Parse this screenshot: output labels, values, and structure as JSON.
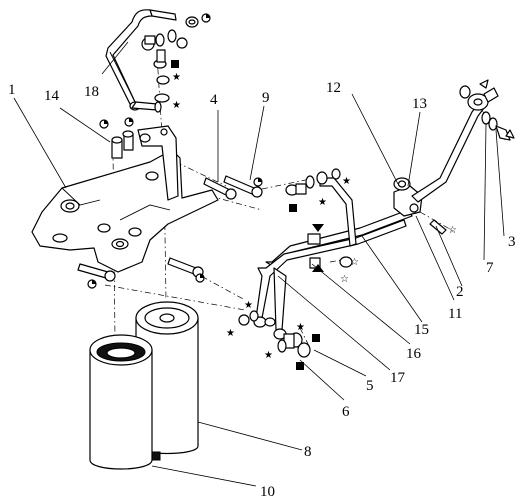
{
  "callouts": {
    "c1": "1",
    "c2": "2",
    "c3": "3",
    "c4": "4",
    "c5": "5",
    "c6": "6",
    "c7": "7",
    "c8": "8",
    "c9": "9",
    "c10": "10",
    "c11": "11",
    "c12": "12",
    "c13": "13",
    "c14": "14",
    "c15": "15",
    "c16": "16",
    "c17": "17",
    "c18": "18"
  },
  "symbols": {
    "black_star": "★",
    "white_star": "☆",
    "black_square": "■",
    "torque_icon": "clock-dial-icon",
    "lubricate_icon": "drop-icon"
  }
}
